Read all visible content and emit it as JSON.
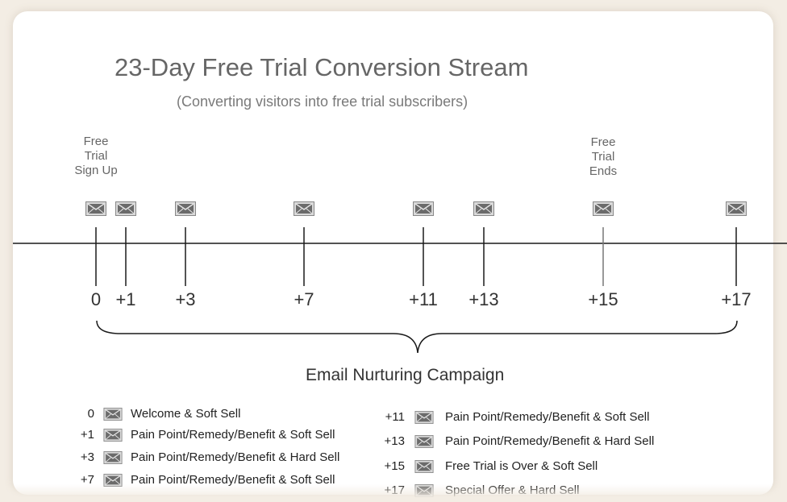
{
  "title": "23-Day Free Trial Conversion Stream",
  "subtitle": "(Converting visitors into free trial subscribers)",
  "notes": {
    "signup": "Free\nTrial\nSign Up",
    "ends": "Free\nTrial\nEnds"
  },
  "timeline": {
    "days": [
      "0",
      "+1",
      "+3",
      "+7",
      "+11",
      "+13",
      "+15",
      "+17"
    ]
  },
  "campaign_title": "Email Nurturing Campaign",
  "legend": {
    "left": [
      {
        "day": "0",
        "text": "Welcome & Soft Sell"
      },
      {
        "day": "+1",
        "text": "Pain Point/Remedy/Benefit & Soft Sell"
      },
      {
        "day": "+3",
        "text": "Pain Point/Remedy/Benefit & Hard Sell"
      },
      {
        "day": "+7",
        "text": "Pain Point/Remedy/Benefit & Soft Sell"
      }
    ],
    "right": [
      {
        "day": "+11",
        "text": "Pain Point/Remedy/Benefit & Soft Sell"
      },
      {
        "day": "+13",
        "text": "Pain Point/Remedy/Benefit & Hard Sell"
      },
      {
        "day": "+15",
        "text": "Free Trial is Over & Soft Sell"
      },
      {
        "day": "+17",
        "text": "Special Offer & Hard Sell"
      }
    ]
  },
  "colors": {
    "line": "#1a1a1a",
    "envelope": "#6b6b6b",
    "background": "#f3ede4"
  },
  "icons": {
    "email": "envelope-icon"
  }
}
